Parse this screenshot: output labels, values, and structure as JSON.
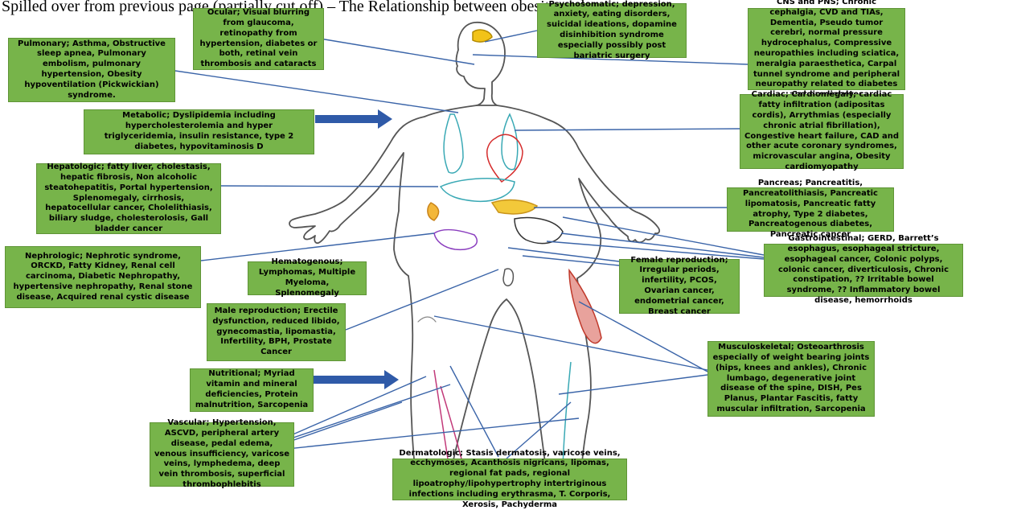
{
  "intro_text": "Spilled over from previous page (partially cut off) – The Relationship between obesity and",
  "categories": {
    "ocular": "Ocular; Visual blurring from glaucoma, retinopathy from hypertension, diabetes or both, retinal vein thrombosis and cataracts",
    "psychosomatic": "Psychosomatic; depression, anxiety, eating disorders, suicidal ideations, dopamine disinhibition syndrome especially possibly post bariatric surgery",
    "cns": "CNS and PNS; Chronic cephalgia, CVD and TIAs, Dementia, Pseudo tumor cerebri, normal pressure hydrocephalus, Compressive neuropathies including sciatica, meralgia paraesthetica, Carpal tunnel syndrome and peripheral neuropathy related to diabetes and prediabetes",
    "pulmonary": "Pulmonary; Asthma, Obstructive sleep apnea, Pulmonary embolism, pulmonary hypertension, Obesity hypoventilation (Pickwickian) syndrome.",
    "metabolic": "Metabolic; Dyslipidemia including hypercholesterolemia and hyper triglyceridemia, insulin resistance, type 2 diabetes, hypovitaminosis D",
    "cardiac": "Cardiac; Cardiomegaly, cardiac fatty infiltration (adipositas cordis), Arrythmias (especially chronic atrial fibrillation), Congestive heart failure, CAD and other acute coronary syndromes, microvascular angina, Obesity cardiomyopathy",
    "hepatologic": "Hepatologic; fatty liver, cholestasis, hepatic fibrosis, Non alcoholic steatohepatitis, Portal hypertension, Splenomegaly, cirrhosis, hepatocellular cancer, Cholelithiasis, biliary sludge, cholesterolosis, Gall bladder cancer",
    "pancreas": "Pancreas; Pancreatitis, Pancreatolithiasis, Pancreatic lipomatosis, Pancreatic fatty atrophy, Type 2 diabetes, Pancreatogenous diabetes, Pancreatic cancer",
    "gastrointestinal": "Gastrointestinal; GERD, Barrett’s esophagus, esophageal stricture, esophageal cancer, Colonic polyps, colonic cancer, diverticulosis, Chronic constipation, ?? Irritable bowel syndrome, ?? Inflammatory bowel disease, hemorrhoids",
    "nephrologic": "Nephrologic; Nephrotic syndrome, ORCKD, Fatty Kidney, Renal cell carcinoma, Diabetic Nephropathy, hypertensive nephropathy, Renal stone disease, Acquired renal cystic disease",
    "hematogenous": "Hematogenous; Lymphomas, Multiple Myeloma, Splenomegaly",
    "female_reproduction": "Female reproduction; Irregular periods, infertility, PCOS, Ovarian cancer, endometrial cancer, Breast cancer",
    "male_reproduction": "Male reproduction; Erectile dysfunction, reduced libido, gynecomastia, lipomastia, Infertility, BPH, Prostate Cancer",
    "musculoskeletal": "Musculoskeletal; Osteoarthrosis especially of weight bearing joints (hips, knees and ankles), Chronic lumbago, degenerative joint disease of the spine, DISH, Pes Planus, Plantar Fascitis, fatty muscular infiltration, Sarcopenia",
    "nutritional": "Nutritional; Myriad vitamin and mineral deficiencies, Protein malnutrition, Sarcopenia",
    "vascular": "Vascular; Hypertension, ASCVD, peripheral artery disease, pedal edema, venous insufficiency, varicose veins, lymphedema, deep vein thrombosis, superficial thrombophlebitis",
    "dermatologic": "Dermatologic; Stasis dermatosis, varicose veins, ecchymoses, Acanthosis nigricans, lipomas, regional fat pads, regional lipoatrophy/lipohypertrophy intertriginous infections including erythrasma, T. Corporis, Xerosis, Pachyderma"
  },
  "colors": {
    "box_fill": "#77b44a",
    "connector_line": "#3a64a8",
    "arrow_fill": "#2f5aa8",
    "body_outline": "#555555"
  }
}
